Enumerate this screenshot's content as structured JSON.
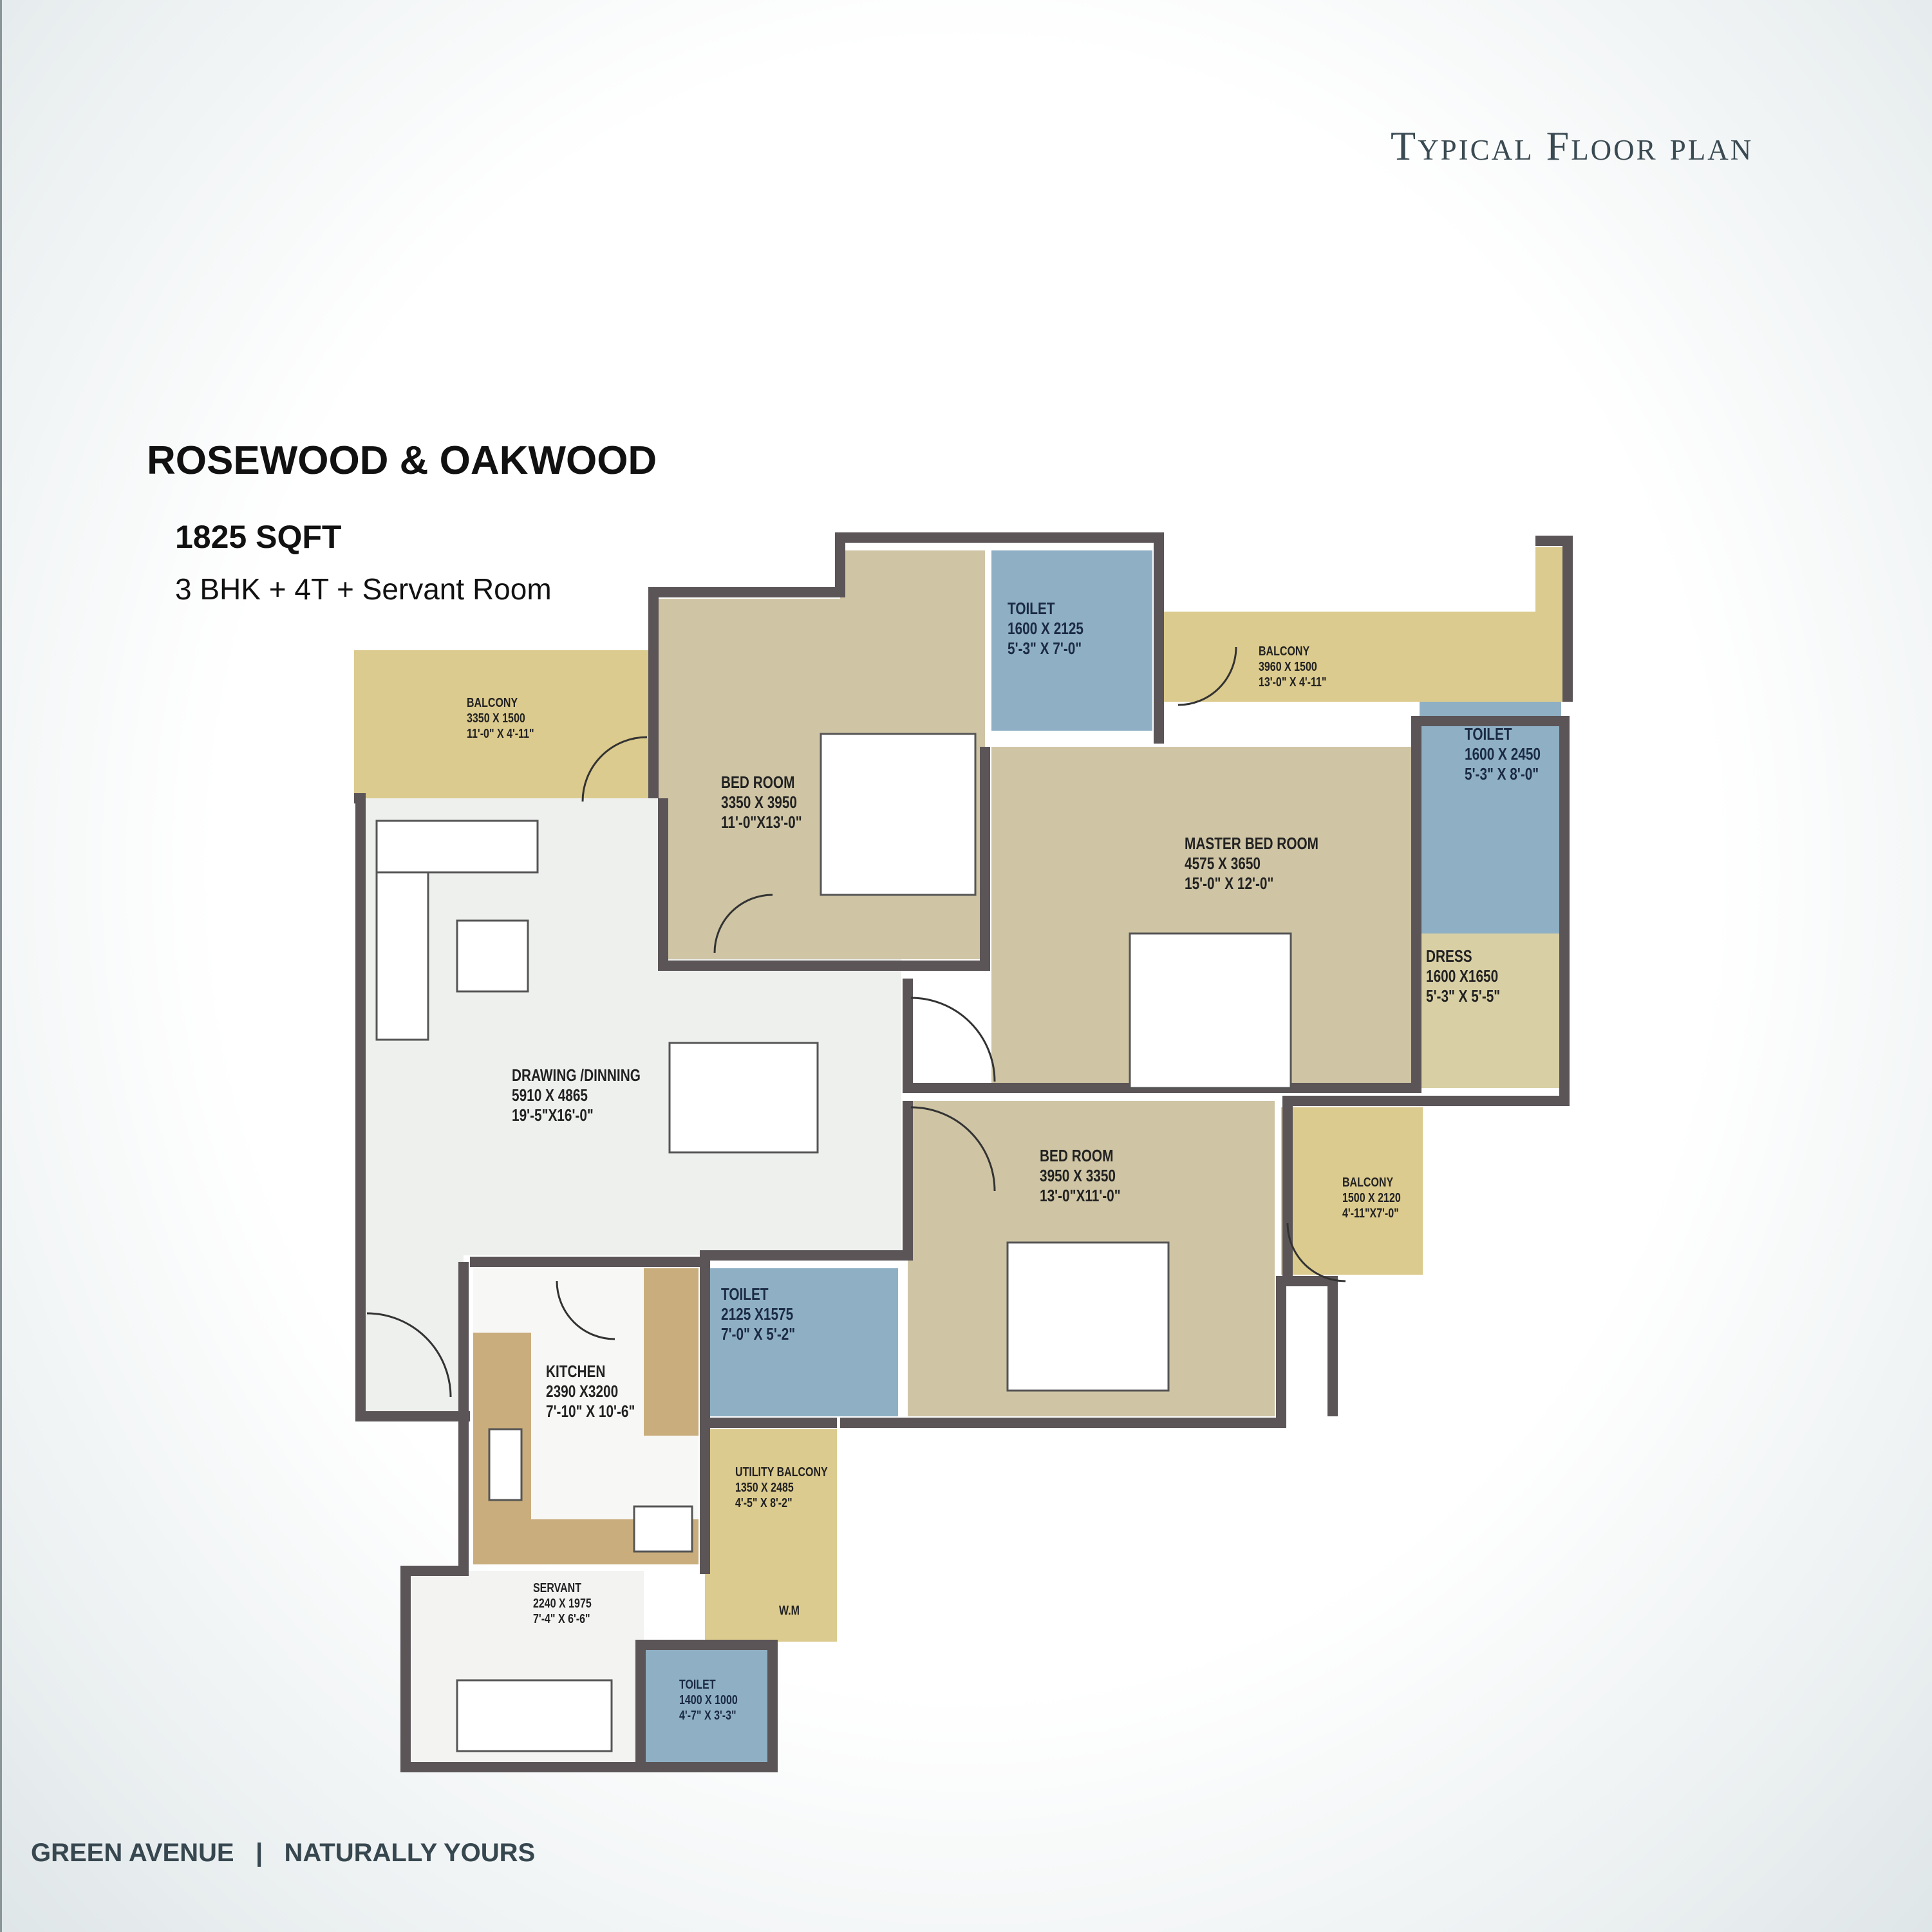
{
  "header": {
    "title": "Typical Floor plan"
  },
  "project": {
    "name": "ROSEWOOD & OAKWOOD",
    "area": "1825 SQFT",
    "configuration": "3 BHK + 4T + Servant Room"
  },
  "rooms": {
    "balcony_left": {
      "name": "BALCONY",
      "mm": "3350 X 1500",
      "ft": "11'-0\" X 4'-11\""
    },
    "bedroom_1": {
      "name": "BED ROOM",
      "mm": "3350 X 3950",
      "ft": "11'-0\"X13'-0\""
    },
    "toilet_1": {
      "name": "TOILET",
      "mm": "1600 X 2125",
      "ft": "5'-3\" X 7'-0\""
    },
    "balcony_top": {
      "name": "BALCONY",
      "mm": "3960 X 1500",
      "ft": "13'-0\" X 4'-11\""
    },
    "toilet_master": {
      "name": "TOILET",
      "mm": "1600 X 2450",
      "ft": "5'-3\" X 8'-0\""
    },
    "master_bedroom": {
      "name": "MASTER BED ROOM",
      "mm": "4575 X 3650",
      "ft": "15'-0\" X 12'-0\""
    },
    "dress": {
      "name": "DRESS",
      "mm": "1600 X1650",
      "ft": "5'-3\" X 5'-5\""
    },
    "drawing_dining": {
      "name": "DRAWING /DINNING",
      "mm": "5910 X 4865",
      "ft": "19'-5\"X16'-0\""
    },
    "bedroom_2": {
      "name": "BED ROOM",
      "mm": "3950 X 3350",
      "ft": "13'-0\"X11'-0\""
    },
    "balcony_right": {
      "name": "BALCONY",
      "mm": "1500 X 2120",
      "ft": "4'-11\"X7'-0\""
    },
    "toilet_2": {
      "name": "TOILET",
      "mm": "2125 X1575",
      "ft": "7'-0\" X 5'-2\""
    },
    "kitchen": {
      "name": "KITCHEN",
      "mm": "2390 X3200",
      "ft": "7'-10\" X 10'-6\""
    },
    "utility_balcony": {
      "name": "UTILITY BALCONY",
      "mm": "1350 X 2485",
      "ft": "4'-5\" X 8'-2\"",
      "wm": "W.M"
    },
    "servant": {
      "name": "SERVANT",
      "mm": "2240 X 1975",
      "ft": "7'-4\" X 6'-6\""
    },
    "toilet_servant": {
      "name": "TOILET",
      "mm": "1400 X 1000",
      "ft": "4'-7\" X 3'-3\""
    }
  },
  "colors": {
    "wall": "#5b5558",
    "balcony": "#dccb8e",
    "bedroom": "#cfc5a5",
    "toilet": "#8fb0c4",
    "living": "#eef0ee",
    "kitchen_counter": "#c9ad7c"
  },
  "footer": {
    "brand": "GREEN AVENUE",
    "separator": "|",
    "tagline": "NATURALLY YOURS"
  }
}
